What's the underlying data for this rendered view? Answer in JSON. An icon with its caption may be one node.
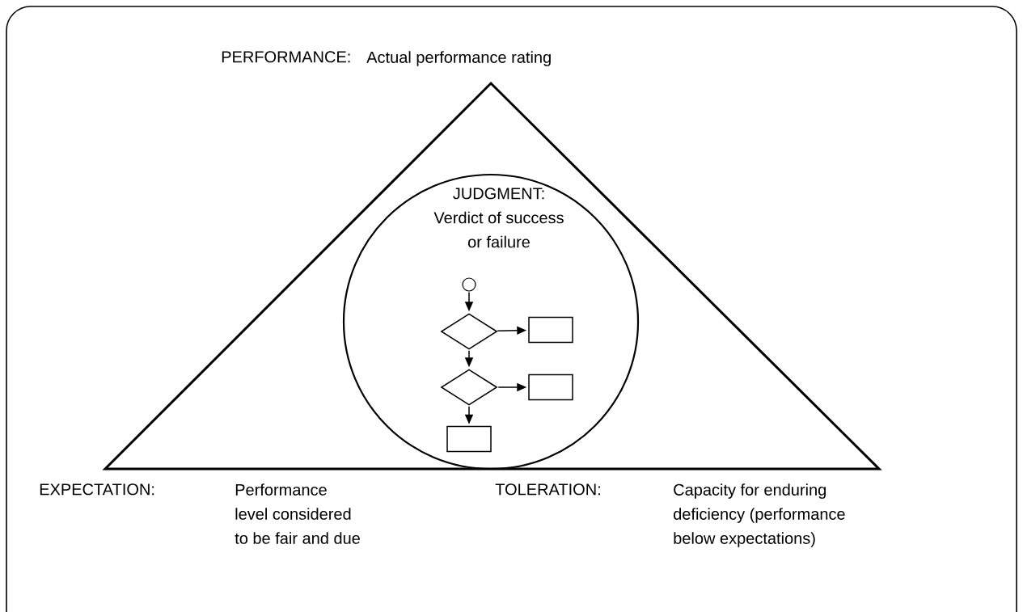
{
  "diagram": {
    "nodes": [
      {
        "text": [],
        "shape": "triangle"
      },
      {
        "text": [
          "JUDGMENT: Verdict of success or failure"
        ],
        "in": 0
      },
      {
        "text": [],
        "shape": "circle",
        "in": 1
      },
      {
        "text": [],
        "shape": "diamond",
        "in": 1
      },
      {
        "text": [],
        "shape": "box",
        "in": 1
      },
      {
        "text": [],
        "shape": "diamond",
        "in": 1
      },
      {
        "text": [],
        "shape": "box",
        "in": 1
      },
      {
        "text": [],
        "shape": "box",
        "in": 1
      }
    ],
    "edges": [
      {
        "from": 2,
        "to": 3,
        "arrow": "to"
      },
      {
        "from": 3,
        "to": 4,
        "arrow": "to"
      },
      {
        "from": 3,
        "to": 5,
        "arrow": "to"
      },
      {
        "from": 5,
        "to": 6,
        "arrow": "to"
      },
      {
        "from": 5,
        "to": 7,
        "arrow": "to"
      }
    ],
    "labels": [
      "PERFORMANCE:",
      "Actual performance rating",
      "EXPECTATION:",
      "Performance level considered to be fair and due",
      "TOLERATION:",
      "Capacity for enduring deficiency (performance below expectations)"
    ]
  }
}
